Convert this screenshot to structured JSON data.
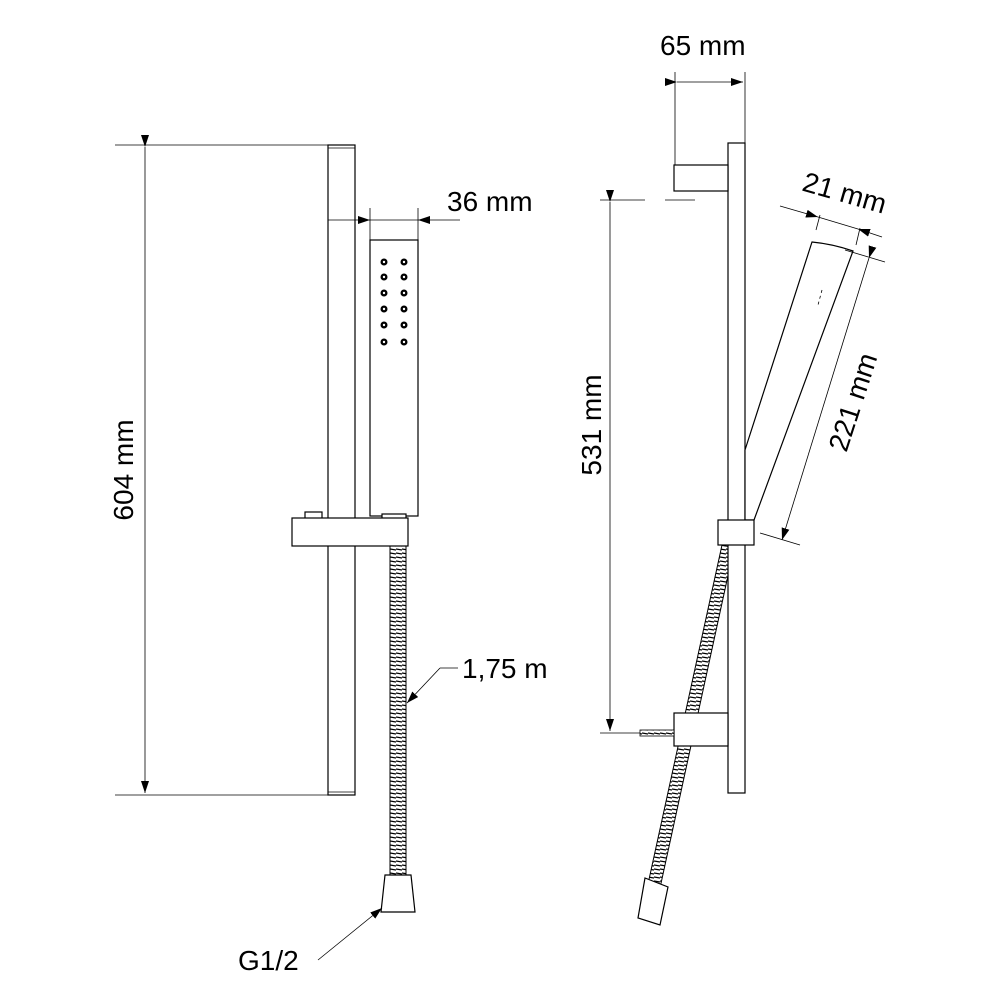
{
  "dimensions": {
    "rail_height": "604 mm",
    "handset_width": "36 mm",
    "hose_length": "1,75 m",
    "connection": "G1/2",
    "wall_projection": "65 mm",
    "bracket_spacing": "531 mm",
    "handset_depth": "21 mm",
    "handset_length": "221 mm"
  },
  "colors": {
    "line": "#000000",
    "background": "#ffffff"
  }
}
